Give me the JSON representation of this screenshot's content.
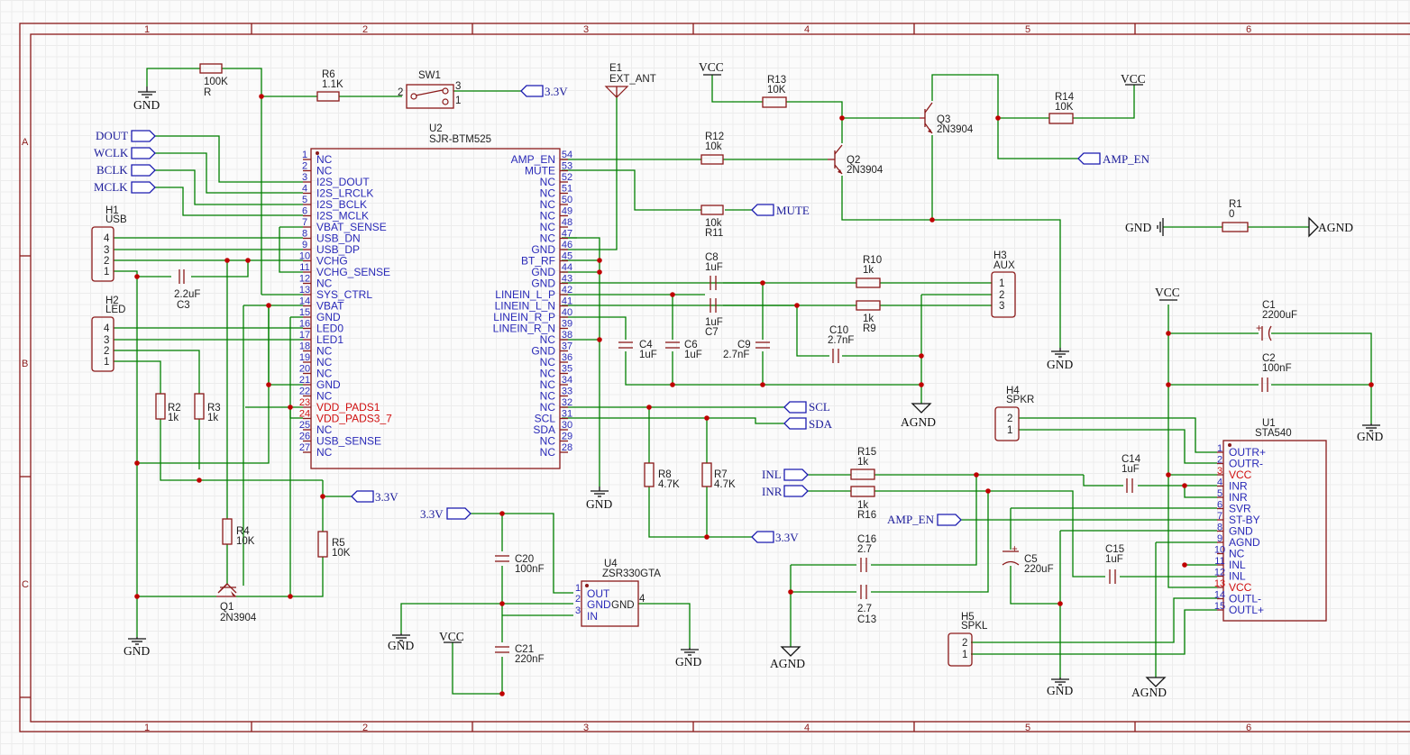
{
  "frame": {
    "col_labels": [
      "1",
      "2",
      "3",
      "4",
      "5",
      "6"
    ],
    "row_labels": [
      "A",
      "B",
      "C"
    ]
  },
  "u2": {
    "ref": "U2",
    "value": "SJR-BTM525",
    "left_pins": [
      {
        "num": "1",
        "name": "NC"
      },
      {
        "num": "2",
        "name": "NC"
      },
      {
        "num": "3",
        "name": "I2S_DOUT"
      },
      {
        "num": "4",
        "name": "I2S_LRCLK"
      },
      {
        "num": "5",
        "name": "I2S_BCLK"
      },
      {
        "num": "6",
        "name": "I2S_MCLK"
      },
      {
        "num": "7",
        "name": "VBAT_SENSE"
      },
      {
        "num": "8",
        "name": "USB_DN"
      },
      {
        "num": "9",
        "name": "USB_DP"
      },
      {
        "num": "10",
        "name": "VCHG"
      },
      {
        "num": "11",
        "name": "VCHG_SENSE"
      },
      {
        "num": "12",
        "name": "NC"
      },
      {
        "num": "13",
        "name": "SYS_CTRL"
      },
      {
        "num": "14",
        "name": "VBAT"
      },
      {
        "num": "15",
        "name": "GND"
      },
      {
        "num": "16",
        "name": "LED0"
      },
      {
        "num": "17",
        "name": "LED1"
      },
      {
        "num": "18",
        "name": "NC"
      },
      {
        "num": "19",
        "name": "NC"
      },
      {
        "num": "20",
        "name": "NC"
      },
      {
        "num": "21",
        "name": "GND"
      },
      {
        "num": "22",
        "name": "NC"
      },
      {
        "num": "23",
        "name": "VDD_PADS1"
      },
      {
        "num": "24",
        "name": "VDD_PADS3_7"
      },
      {
        "num": "25",
        "name": "NC"
      },
      {
        "num": "26",
        "name": "USB_SENSE"
      },
      {
        "num": "27",
        "name": "NC"
      }
    ],
    "right_pins": [
      {
        "num": "54",
        "name": "AMP_EN"
      },
      {
        "num": "53",
        "name": "MUTE"
      },
      {
        "num": "52",
        "name": "NC"
      },
      {
        "num": "51",
        "name": "NC"
      },
      {
        "num": "50",
        "name": "NC"
      },
      {
        "num": "49",
        "name": "NC"
      },
      {
        "num": "48",
        "name": "NC"
      },
      {
        "num": "47",
        "name": "NC"
      },
      {
        "num": "46",
        "name": "GND"
      },
      {
        "num": "45",
        "name": "BT_RF"
      },
      {
        "num": "44",
        "name": "GND"
      },
      {
        "num": "43",
        "name": "GND"
      },
      {
        "num": "42",
        "name": "LINEIN_L_P"
      },
      {
        "num": "41",
        "name": "LINEIN_L_N"
      },
      {
        "num": "40",
        "name": "LINEIN_R_P"
      },
      {
        "num": "39",
        "name": "LINEIN_R_N"
      },
      {
        "num": "38",
        "name": "NC"
      },
      {
        "num": "37",
        "name": "GND"
      },
      {
        "num": "36",
        "name": "NC"
      },
      {
        "num": "35",
        "name": "NC"
      },
      {
        "num": "34",
        "name": "NC"
      },
      {
        "num": "33",
        "name": "NC"
      },
      {
        "num": "32",
        "name": "NC"
      },
      {
        "num": "31",
        "name": "SCL"
      },
      {
        "num": "30",
        "name": "SDA"
      },
      {
        "num": "29",
        "name": "NC"
      },
      {
        "num": "28",
        "name": "NC"
      }
    ]
  },
  "u1": {
    "ref": "U1",
    "value": "STA540",
    "pins": [
      {
        "num": "1",
        "name": "OUTR+",
        "power": false
      },
      {
        "num": "2",
        "name": "OUTR-",
        "power": false
      },
      {
        "num": "3",
        "name": "VCC",
        "power": true
      },
      {
        "num": "4",
        "name": "INR",
        "power": false
      },
      {
        "num": "5",
        "name": "INR",
        "power": false
      },
      {
        "num": "6",
        "name": "SVR",
        "power": false
      },
      {
        "num": "7",
        "name": "ST-BY",
        "power": false
      },
      {
        "num": "8",
        "name": "GND",
        "power": false
      },
      {
        "num": "9",
        "name": "AGND",
        "power": false
      },
      {
        "num": "10",
        "name": "NC",
        "power": false
      },
      {
        "num": "11",
        "name": "INL",
        "power": false
      },
      {
        "num": "12",
        "name": "INL",
        "power": false
      },
      {
        "num": "13",
        "name": "VCC",
        "power": true
      },
      {
        "num": "14",
        "name": "OUTL-",
        "power": false
      },
      {
        "num": "15",
        "name": "OUTL+",
        "power": false
      }
    ]
  },
  "u4": {
    "ref": "U4",
    "value": "ZSR330GTA",
    "pins": [
      {
        "num": "1",
        "name": "OUT"
      },
      {
        "num": "2",
        "name": "GND"
      },
      {
        "num": "3",
        "name": "IN"
      },
      {
        "num": "4",
        "name": "GND"
      }
    ]
  },
  "headers": {
    "h1": {
      "ref": "H1",
      "value": "USB",
      "pins": [
        "4",
        "3",
        "2",
        "1"
      ]
    },
    "h2": {
      "ref": "H2",
      "value": "LED",
      "pins": [
        "4",
        "3",
        "2",
        "1"
      ]
    },
    "h3": {
      "ref": "H3",
      "value": "AUX",
      "pins": [
        "1",
        "2",
        "3"
      ]
    },
    "h4": {
      "ref": "H4",
      "value": "SPKR",
      "pins": [
        "2",
        "1"
      ]
    },
    "h5": {
      "ref": "H5",
      "value": "SPKL",
      "pins": [
        "2",
        "1"
      ]
    }
  },
  "switch": {
    "ref": "SW1",
    "pin_left": "2",
    "pin_top": "3",
    "pin_bottom": "1"
  },
  "antenna": {
    "ref": "E1",
    "value": "EXT_ANT"
  },
  "transistors": {
    "q1": {
      "ref": "Q1",
      "value": "2N3904"
    },
    "q2": {
      "ref": "Q2",
      "value": "2N3904"
    },
    "q3": {
      "ref": "Q3",
      "value": "2N3904"
    }
  },
  "resistors": {
    "r_top": {
      "ref": "R",
      "value": "100K"
    },
    "r6": {
      "ref": "R6",
      "value": "1.1K"
    },
    "r12": {
      "ref": "R12",
      "value": "10k"
    },
    "r11": {
      "ref": "R11",
      "value": "10k"
    },
    "r13": {
      "ref": "R13",
      "value": "10K"
    },
    "r14": {
      "ref": "R14",
      "value": "10K"
    },
    "r1": {
      "ref": "R1",
      "value": "0"
    },
    "r10": {
      "ref": "R10",
      "value": "1k"
    },
    "r9": {
      "ref": "R9",
      "value": "1k"
    },
    "r2": {
      "ref": "R2",
      "value": "1k"
    },
    "r3": {
      "ref": "R3",
      "value": "1k"
    },
    "r4": {
      "ref": "R4",
      "value": "10K"
    },
    "r5": {
      "ref": "R5",
      "value": "10K"
    },
    "r8": {
      "ref": "R8",
      "value": "4.7K"
    },
    "r7": {
      "ref": "R7",
      "value": "4.7K"
    },
    "r15": {
      "ref": "R15",
      "value": "1k"
    },
    "r16": {
      "ref": "R16",
      "value": "1k"
    }
  },
  "capacitors": {
    "c3": {
      "ref": "C3",
      "value": "2.2uF"
    },
    "c8": {
      "ref": "C8",
      "value": "1uF"
    },
    "c7": {
      "ref": "C7",
      "value": "1uF"
    },
    "c4": {
      "ref": "C4",
      "value": "1uF"
    },
    "c6": {
      "ref": "C6",
      "value": "1uF"
    },
    "c9": {
      "ref": "C9",
      "value": "2.7nF"
    },
    "c10": {
      "ref": "C10",
      "value": "2.7nF"
    },
    "c1": {
      "ref": "C1",
      "value": "2200uF"
    },
    "c2": {
      "ref": "C2",
      "value": "100nF"
    },
    "c14": {
      "ref": "C14",
      "value": "1uF"
    },
    "c5": {
      "ref": "C5",
      "value": "220uF"
    },
    "c15": {
      "ref": "C15",
      "value": "1uF"
    },
    "c16": {
      "ref": "C16",
      "value": "2.7"
    },
    "c13": {
      "ref": "C13",
      "value": "2.7"
    },
    "c20": {
      "ref": "C20",
      "value": "100nF"
    },
    "c21": {
      "ref": "C21",
      "value": "220nF"
    }
  },
  "net_flags": {
    "dout": "DOUT",
    "wclk": "WCLK",
    "bclk": "BCLK",
    "mclk": "MCLK",
    "v33_sw": "3.3V",
    "v33_r5": "3.3V",
    "v33_u4": "3.3V",
    "v33_r7": "3.3V",
    "amp_en": "AMP_EN",
    "amp_en_u1": "AMP_EN",
    "mute": "MUTE",
    "scl": "SCL",
    "sda": "SDA",
    "inl": "INL",
    "inr": "INR"
  },
  "power_labels": {
    "gnd": "GND",
    "vcc": "VCC",
    "agnd": "AGND"
  }
}
